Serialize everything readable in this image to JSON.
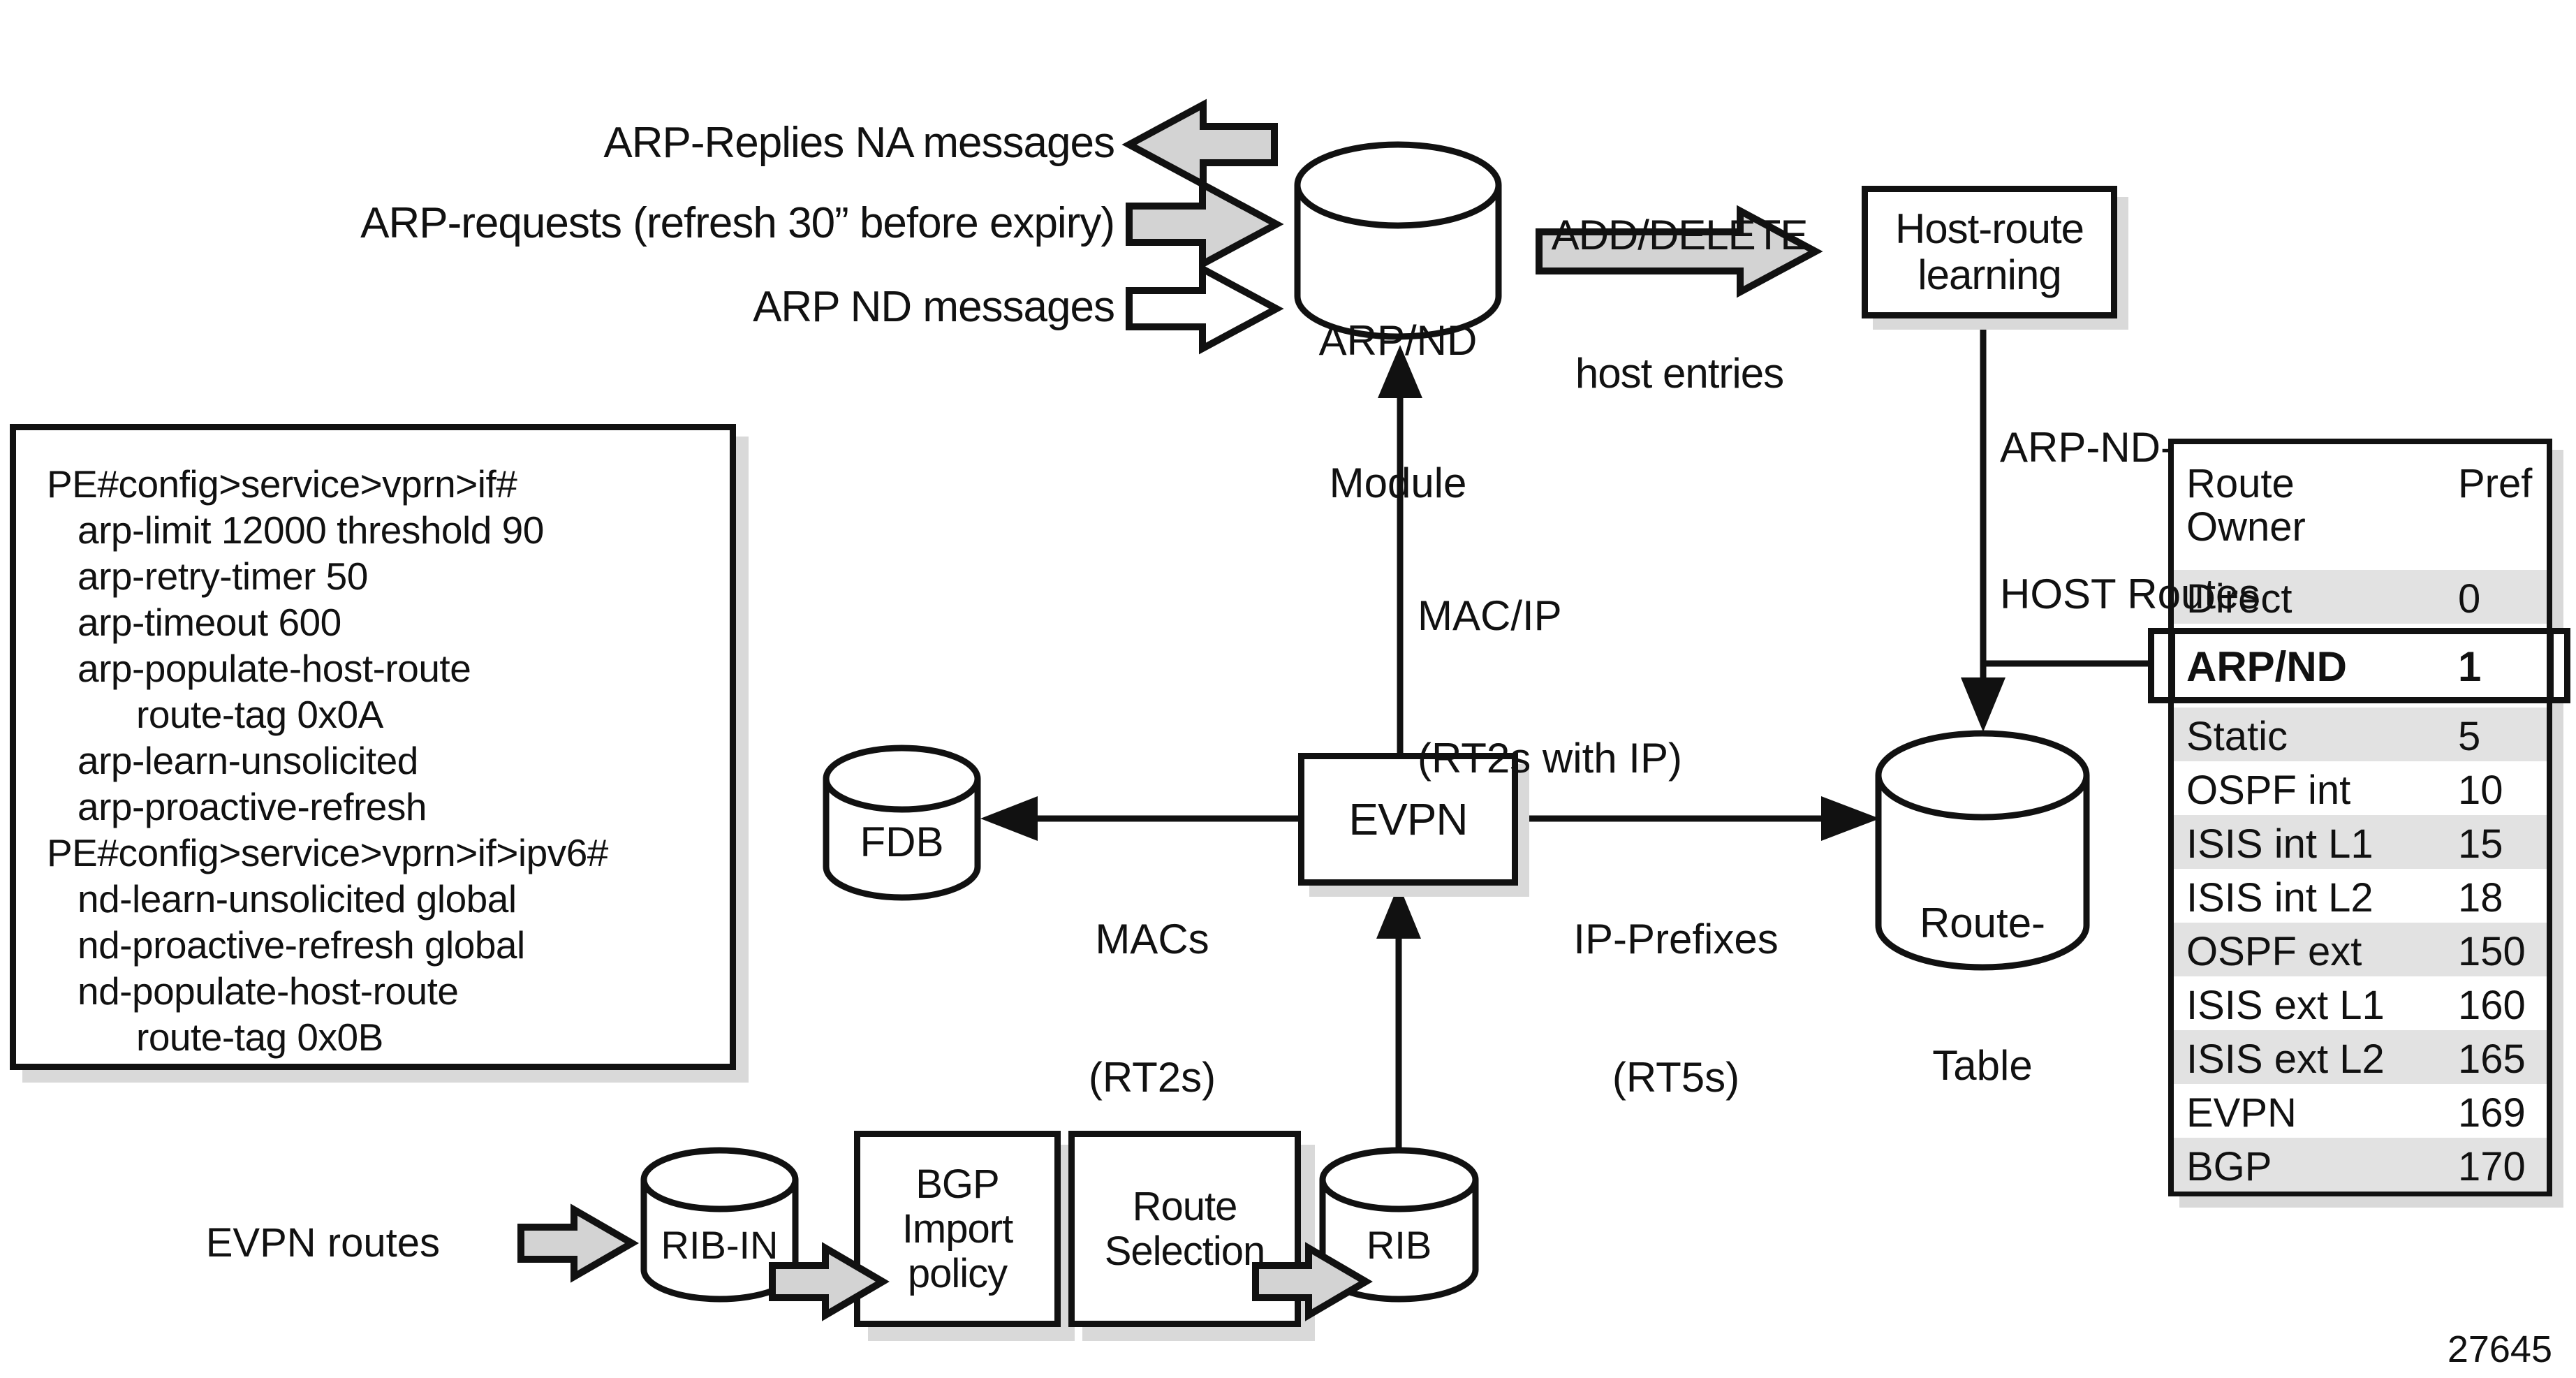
{
  "figure_number": "27645",
  "palette": {
    "ink": "#111111",
    "arrow_gray": "#d3d3d3",
    "row_gray": "#e2e2e2",
    "shadow_gray": "#d9d9d9",
    "background": "#ffffff"
  },
  "flows_in": {
    "arp_replies": "ARP-Replies NA messages",
    "arp_requests": "ARP-requests (refresh 30” before expiry)",
    "arp_nd_messages": "ARP ND messages"
  },
  "nodes": {
    "arpnd_module": {
      "line1": "ARP/ND",
      "line2": "Module"
    },
    "host_route_learning": {
      "line1": "Host-route",
      "line2": "learning"
    },
    "fdb": "FDB",
    "evpn": "EVPN",
    "route_table": {
      "line1": "Route-",
      "line2": "Table"
    },
    "rib_in": "RIB-IN",
    "bgp_import_policy": {
      "line1": "BGP",
      "line2": "Import",
      "line3": "policy"
    },
    "route_selection": {
      "line1": "Route",
      "line2": "Selection"
    },
    "rib": "RIB"
  },
  "edge_labels": {
    "add_delete": {
      "line1": "ADD/DELETE",
      "line2": "host entries"
    },
    "arp_nd_host_routes": {
      "line1": "ARP-ND-",
      "line2": "HOST Routes"
    },
    "mac_ip": {
      "line1": "MAC/IP",
      "line2": "(RT2s with IP)"
    },
    "macs": {
      "line1": "MACs",
      "line2": "(RT2s)"
    },
    "ip_prefixes": {
      "line1": "IP-Prefixes",
      "line2": "(RT5s)"
    },
    "evpn_routes": "EVPN routes"
  },
  "config_box": {
    "lines": [
      {
        "text": "PE#config>service>vprn>if#",
        "indent": 0
      },
      {
        "text": "arp-limit 12000 threshold 90",
        "indent": 1
      },
      {
        "text": "arp-retry-timer 50",
        "indent": 1
      },
      {
        "text": "arp-timeout 600",
        "indent": 1
      },
      {
        "text": "arp-populate-host-route",
        "indent": 1
      },
      {
        "text": "route-tag 0x0A",
        "indent": 2
      },
      {
        "text": "arp-learn-unsolicited",
        "indent": 1
      },
      {
        "text": "arp-proactive-refresh",
        "indent": 1
      },
      {
        "text": "PE#config>service>vprn>if>ipv6#",
        "indent": 0
      },
      {
        "text": "nd-learn-unsolicited global",
        "indent": 1
      },
      {
        "text": "nd-proactive-refresh global",
        "indent": 1
      },
      {
        "text": "nd-populate-host-route",
        "indent": 1
      },
      {
        "text": "route-tag 0x0B",
        "indent": 2
      }
    ]
  },
  "pref_table": {
    "header_owner": "Route Owner",
    "header_pref": "Pref",
    "rows": [
      {
        "owner": "Direct",
        "pref": "0",
        "shaded": true,
        "highlighted": false
      },
      {
        "owner": "ARP/ND",
        "pref": "1",
        "shaded": false,
        "highlighted": true
      },
      {
        "owner": "Static",
        "pref": "5",
        "shaded": true,
        "highlighted": false
      },
      {
        "owner": "OSPF int",
        "pref": "10",
        "shaded": false,
        "highlighted": false
      },
      {
        "owner": "ISIS int L1",
        "pref": "15",
        "shaded": true,
        "highlighted": false
      },
      {
        "owner": "ISIS int L2",
        "pref": "18",
        "shaded": false,
        "highlighted": false
      },
      {
        "owner": "OSPF ext",
        "pref": "150",
        "shaded": true,
        "highlighted": false
      },
      {
        "owner": "ISIS ext L1",
        "pref": "160",
        "shaded": false,
        "highlighted": false
      },
      {
        "owner": "ISIS ext L2",
        "pref": "165",
        "shaded": true,
        "highlighted": false
      },
      {
        "owner": "EVPN",
        "pref": "169",
        "shaded": false,
        "highlighted": false
      },
      {
        "owner": "BGP",
        "pref": "170",
        "shaded": true,
        "highlighted": false
      }
    ]
  }
}
